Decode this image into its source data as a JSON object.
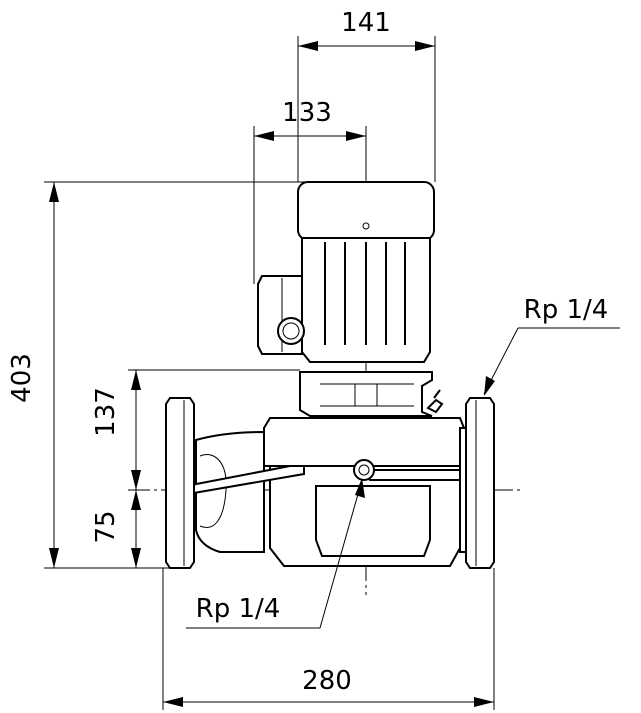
{
  "dimensions": {
    "motor_width_141": "141",
    "motor_offset_133": "133",
    "total_height_403": "403",
    "upper_height_137": "137",
    "lower_height_75": "75",
    "flange_length_280": "280"
  },
  "callouts": {
    "port_right": "Rp 1/4",
    "port_bottom": "Rp 1/4"
  }
}
